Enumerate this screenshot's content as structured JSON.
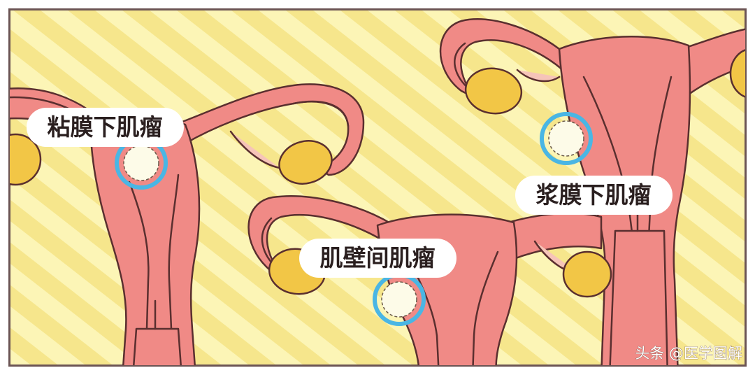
{
  "labels": {
    "submucosal": "粘膜下肌瘤",
    "intramural": "肌壁间肌瘤",
    "subserosal": "浆膜下肌瘤"
  },
  "watermark": "头条 @医学图解",
  "colors": {
    "uterus": "#f08a86",
    "outline": "#5a2f2f",
    "ovary": "#f2c646",
    "tube_inner": "#f6c4b8",
    "highlight_ring": "#4ab6e4",
    "fibroid": "#fdfbe8",
    "stripe_light": "#fcf5b6",
    "stripe_dark": "#f5e68a"
  }
}
